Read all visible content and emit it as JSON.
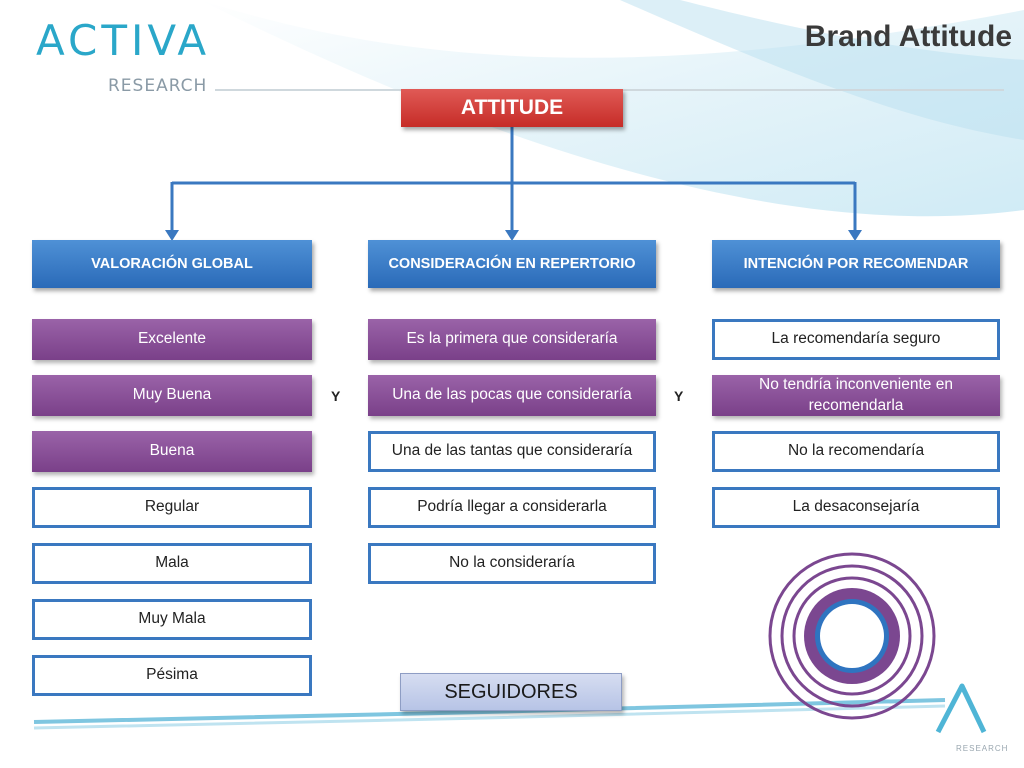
{
  "logo": {
    "main": "ACTIVA",
    "sub": "RESEARCH",
    "footer": "RESEARCH"
  },
  "title": "Brand Attitude",
  "root": "ATTITUDE",
  "columns": [
    {
      "header": "VALORACIÓN GLOBAL",
      "items": [
        {
          "text": "Excelente",
          "style": "filled"
        },
        {
          "text": "Muy Buena",
          "style": "filled"
        },
        {
          "text": "Buena",
          "style": "filled"
        },
        {
          "text": "Regular",
          "style": "outline"
        },
        {
          "text": "Mala",
          "style": "outline"
        },
        {
          "text": "Muy Mala",
          "style": "outline"
        },
        {
          "text": "Pésima",
          "style": "outline"
        }
      ]
    },
    {
      "header": "CONSIDERACIÓN EN REPERTORIO",
      "items": [
        {
          "text": "Es la primera que consideraría",
          "style": "filled"
        },
        {
          "text": "Una de las pocas que consideraría",
          "style": "filled"
        },
        {
          "text": "Una de las tantas que consideraría",
          "style": "outline"
        },
        {
          "text": "Podría llegar a considerarla",
          "style": "outline"
        },
        {
          "text": "No la consideraría",
          "style": "outline"
        }
      ]
    },
    {
      "header": "INTENCIÓN POR RECOMENDAR",
      "items": [
        {
          "text": "La recomendaría seguro",
          "style": "outline"
        },
        {
          "text": "No tendría inconveniente en recomendarla",
          "style": "filled"
        },
        {
          "text": "No la recomendaría",
          "style": "outline"
        },
        {
          "text": "La desaconsejaría",
          "style": "outline"
        }
      ]
    }
  ],
  "connectors": [
    "Y",
    "Y"
  ],
  "footer_label": "SEGUIDORES",
  "icons": [
    "target-rings-icon",
    "activa-mark-icon"
  ],
  "colors": {
    "root": "#d1403b",
    "header": "#3a7cc8",
    "filled": "#8a4f98",
    "outline_border": "#3a78c0"
  }
}
